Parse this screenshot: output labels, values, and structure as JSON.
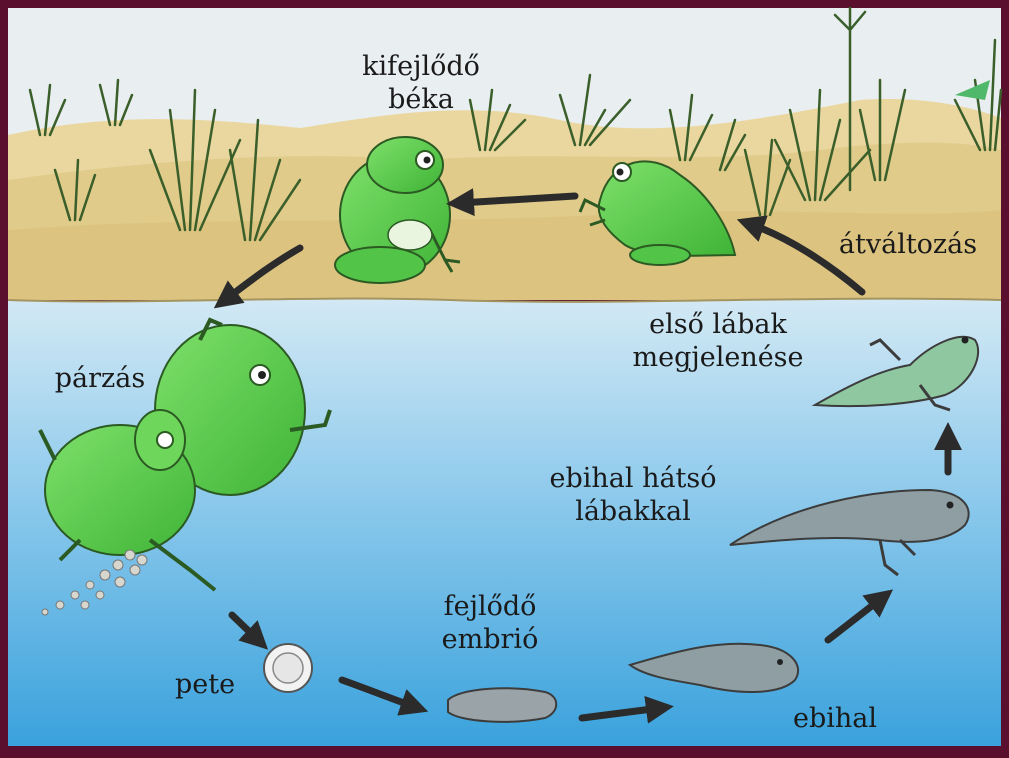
{
  "stages": {
    "adult_line1": "kifejlődő",
    "adult_line2": "béka",
    "metamorphosis": "átváltozás",
    "front_legs_line1": "első lábak",
    "front_legs_line2": "megjelenése",
    "mating": "párzás",
    "hind_legs_line1": "ebihal hátsó",
    "hind_legs_line2": "lábakkal",
    "embryo_line1": "fejlődő",
    "embryo_line2": "embrió",
    "egg": "pete",
    "tadpole": "ebihal"
  },
  "colors": {
    "frame": "#5a0f2e",
    "sky": "#e9eef0",
    "sand": "#e2cf8f",
    "water_top": "#cfe6f2",
    "water_bottom": "#45a8de",
    "frog_green": "#5ccf4e",
    "arrow": "#2b2b2b"
  }
}
